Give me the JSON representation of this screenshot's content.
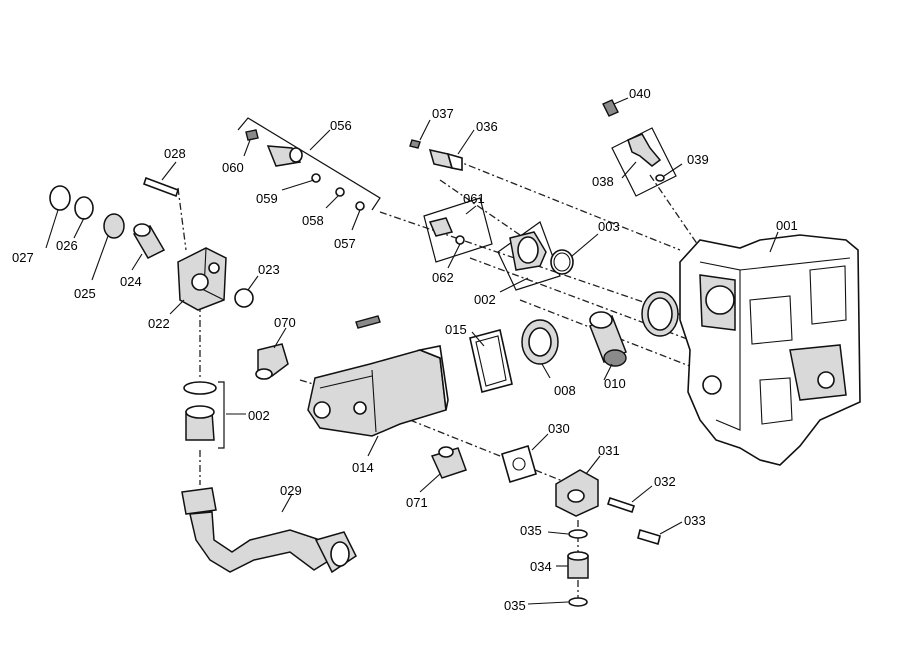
{
  "parts": {
    "p001": "001",
    "p002a": "002",
    "p002b": "002",
    "p003": "003",
    "p008": "008",
    "p010": "010",
    "p014": "014",
    "p015": "015",
    "p022": "022",
    "p023": "023",
    "p024": "024",
    "p025": "025",
    "p026": "026",
    "p027": "027",
    "p028": "028",
    "p029": "029",
    "p030": "030",
    "p031": "031",
    "p032": "032",
    "p033": "033",
    "p034": "034",
    "p035a": "035",
    "p035b": "035",
    "p036": "036",
    "p037": "037",
    "p038": "038",
    "p039": "039",
    "p040": "040",
    "p056": "056",
    "p057": "057",
    "p058": "058",
    "p059": "059",
    "p060": "060",
    "p061": "061",
    "p062": "062",
    "p070": "070",
    "p071": "071"
  }
}
